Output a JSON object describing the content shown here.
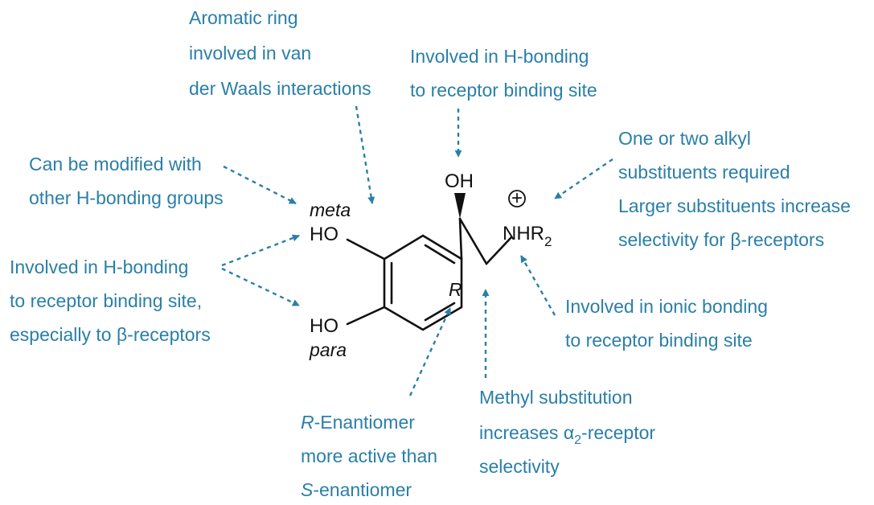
{
  "molecule": {
    "oh_label": "OH",
    "nh_label": "NHR",
    "nh_subscript": "2",
    "charge_symbol": "+",
    "ho_meta_label": "HO",
    "ho_para_label": "HO",
    "meta_label": "meta",
    "para_label": "para",
    "r_label": "R"
  },
  "annotations": {
    "aromatic_ring": [
      "Aromatic ring",
      "involved in van",
      "der Waals interactions"
    ],
    "oh_hbond": [
      "Involved in H-bonding",
      "to receptor binding site"
    ],
    "alkyl_subst": [
      "One or two alkyl",
      "substituents required",
      "Larger substituents increase",
      "selectivity for β-receptors"
    ],
    "modified": [
      "Can be modified with",
      "other H-bonding groups"
    ],
    "ho_hbond": [
      "Involved in H-bonding",
      "to receptor binding site,",
      "especially to β-receptors"
    ],
    "ionic": [
      "Involved in ionic bonding",
      "to receptor binding site"
    ],
    "methyl": {
      "line1": "Methyl substitution",
      "line2_pre": "increases ",
      "alpha": "α",
      "alpha_sub": "2",
      "line2_post": "-receptor",
      "line3": "selectivity"
    },
    "enantiomer": {
      "l1_italic": "R",
      "l1_rest": "-Enantiomer",
      "l2": "more active than",
      "l3_italic": "S",
      "l3_rest": "-enantiomer"
    }
  },
  "colors": {
    "annotation": "#2a7fa8",
    "structure": "#111111"
  }
}
